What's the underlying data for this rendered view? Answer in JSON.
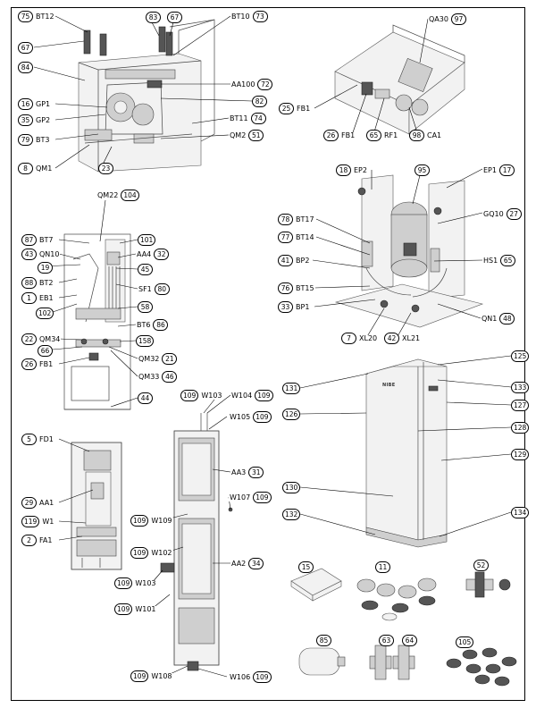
{
  "callouts": {
    "c75": {
      "num": "75",
      "code": "BT12"
    },
    "c67a": {
      "num": "67",
      "code": ""
    },
    "c84": {
      "num": "84",
      "code": ""
    },
    "c16": {
      "num": "16",
      "code": "GP1"
    },
    "c35": {
      "num": "35",
      "code": "GP2"
    },
    "c79": {
      "num": "79",
      "code": "BT3"
    },
    "c8": {
      "num": "8",
      "code": "QM1"
    },
    "c83": {
      "num": "83",
      "code": ""
    },
    "c67b": {
      "num": "67",
      "code": ""
    },
    "c73": {
      "num": "73",
      "code": "BT10"
    },
    "c72": {
      "num": "72",
      "code": "AA100"
    },
    "c82": {
      "num": "82",
      "code": ""
    },
    "c74": {
      "num": "74",
      "code": "BT11"
    },
    "c51": {
      "num": "51",
      "code": "QM2"
    },
    "c23": {
      "num": "23",
      "code": ""
    },
    "c97": {
      "num": "97",
      "code": "QA30"
    },
    "c25": {
      "num": "25",
      "code": "FB1"
    },
    "c26a": {
      "num": "26",
      "code": "FB1"
    },
    "c65a": {
      "num": "65",
      "code": "RF1"
    },
    "c98": {
      "num": "98",
      "code": "CA1"
    },
    "c18": {
      "num": "18",
      "code": "EP2"
    },
    "c95": {
      "num": "95",
      "code": ""
    },
    "c17": {
      "num": "17",
      "code": "EP1"
    },
    "c78": {
      "num": "78",
      "code": "BT17"
    },
    "c77": {
      "num": "77",
      "code": "BT14"
    },
    "c27": {
      "num": "27",
      "code": "GQ10"
    },
    "c41": {
      "num": "41",
      "code": "BP2"
    },
    "c65b": {
      "num": "65",
      "code": "HS1"
    },
    "c76": {
      "num": "76",
      "code": "BT15"
    },
    "c33": {
      "num": "33",
      "code": "BP1"
    },
    "c48": {
      "num": "48",
      "code": "QN1"
    },
    "c7": {
      "num": "7",
      "code": "XL20"
    },
    "c42": {
      "num": "42",
      "code": "XL21"
    },
    "c104": {
      "num": "104",
      "code": "QM22"
    },
    "c87": {
      "num": "87",
      "code": "BT7"
    },
    "c101": {
      "num": "101",
      "code": ""
    },
    "c43": {
      "num": "43",
      "code": "QN10"
    },
    "c32": {
      "num": "32",
      "code": "AA4"
    },
    "c19": {
      "num": "19",
      "code": ""
    },
    "c45": {
      "num": "45",
      "code": ""
    },
    "c88": {
      "num": "88",
      "code": "BT2"
    },
    "c80": {
      "num": "80",
      "code": "SF1"
    },
    "c1": {
      "num": "1",
      "code": "EB1"
    },
    "c102": {
      "num": "102",
      "code": ""
    },
    "c58": {
      "num": "58",
      "code": ""
    },
    "c86": {
      "num": "86",
      "code": "BT6"
    },
    "c22": {
      "num": "22",
      "code": "QM34"
    },
    "c158": {
      "num": "158",
      "code": ""
    },
    "c66": {
      "num": "66",
      "code": ""
    },
    "c21": {
      "num": "21",
      "code": "QM32"
    },
    "c26b": {
      "num": "26",
      "code": "FB1"
    },
    "c46": {
      "num": "46",
      "code": "QM33"
    },
    "c44": {
      "num": "44",
      "code": ""
    },
    "c5": {
      "num": "5",
      "code": "FD1"
    },
    "c29": {
      "num": "29",
      "code": "AA1"
    },
    "c119": {
      "num": "119",
      "code": "W1"
    },
    "c2": {
      "num": "2",
      "code": "FA1"
    },
    "c109a": {
      "num": "109",
      "code": "W103"
    },
    "c109b": {
      "num": "109",
      "code": "W104"
    },
    "c109c": {
      "num": "109",
      "code": "W105"
    },
    "c31": {
      "num": "31",
      "code": "AA3"
    },
    "c109d": {
      "num": "109",
      "code": "W107"
    },
    "c109e": {
      "num": "109",
      "code": "W109"
    },
    "c109f": {
      "num": "109",
      "code": "W102"
    },
    "c34": {
      "num": "34",
      "code": "AA2"
    },
    "c109g": {
      "num": "109",
      "code": "W103"
    },
    "c109h": {
      "num": "109",
      "code": "W101"
    },
    "c109i": {
      "num": "109",
      "code": "W108"
    },
    "c109j": {
      "num": "109",
      "code": "W106"
    },
    "c125": {
      "num": "125",
      "code": ""
    },
    "c131": {
      "num": "131",
      "code": ""
    },
    "c133": {
      "num": "133",
      "code": ""
    },
    "c127": {
      "num": "127",
      "code": ""
    },
    "c126": {
      "num": "126",
      "code": ""
    },
    "c128": {
      "num": "128",
      "code": ""
    },
    "c129": {
      "num": "129",
      "code": ""
    },
    "c130": {
      "num": "130",
      "code": ""
    },
    "c132": {
      "num": "132",
      "code": ""
    },
    "c134": {
      "num": "134",
      "code": ""
    },
    "c15": {
      "num": "15",
      "code": ""
    },
    "c11": {
      "num": "11",
      "code": ""
    },
    "c52": {
      "num": "52",
      "code": ""
    },
    "c85": {
      "num": "85",
      "code": ""
    },
    "c63": {
      "num": "63",
      "code": ""
    },
    "c64": {
      "num": "64",
      "code": ""
    },
    "c105": {
      "num": "105",
      "code": ""
    }
  },
  "brand_mark": "NIBE"
}
